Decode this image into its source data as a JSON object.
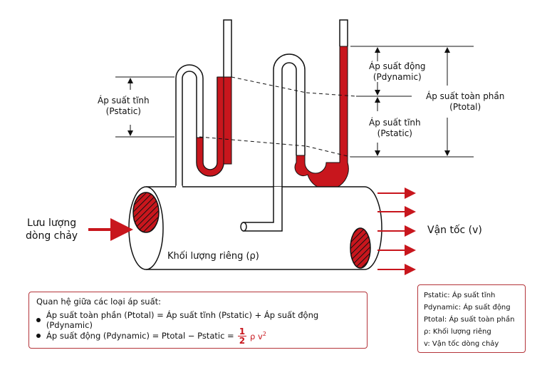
{
  "labels": {
    "static_left": [
      "Áp suất tĩnh",
      "(Pstatic)"
    ],
    "dynamic": [
      "Áp suất động",
      "(Pdynamic)"
    ],
    "static_right": [
      "Áp suất tĩnh",
      "(Pstatic)"
    ],
    "total": [
      "Áp suất toàn phần",
      "(Ptotal)"
    ],
    "flow_in": [
      "Lưu lượng",
      "dòng chảy"
    ],
    "velocity": "Vận tốc (v)",
    "density": "Khối lượng riêng (ρ)"
  },
  "formula": {
    "title": "Quan hệ giữa các loại áp suất:",
    "line1": "Áp suất toàn phần (Ptotal) = Áp suất tĩnh (Pstatic) + Áp suất động (Pdynamic)",
    "line2_prefix": "Áp suất động (Pdynamic) = Ptotal − Pstatic =",
    "frac_num": "1",
    "frac_den": "2",
    "rho_v": "ρ v",
    "exp": "2"
  },
  "legend": [
    "Pstatic: Áp suất tĩnh",
    "Pdynamic: Áp suất động",
    "Ptotal: Áp suất toàn phần",
    "ρ: Khối lượng riêng",
    "v: Vận tốc dòng chảy"
  ],
  "colors": {
    "accent": "#c8161d",
    "border": "#b4343a",
    "line": "#111111"
  }
}
